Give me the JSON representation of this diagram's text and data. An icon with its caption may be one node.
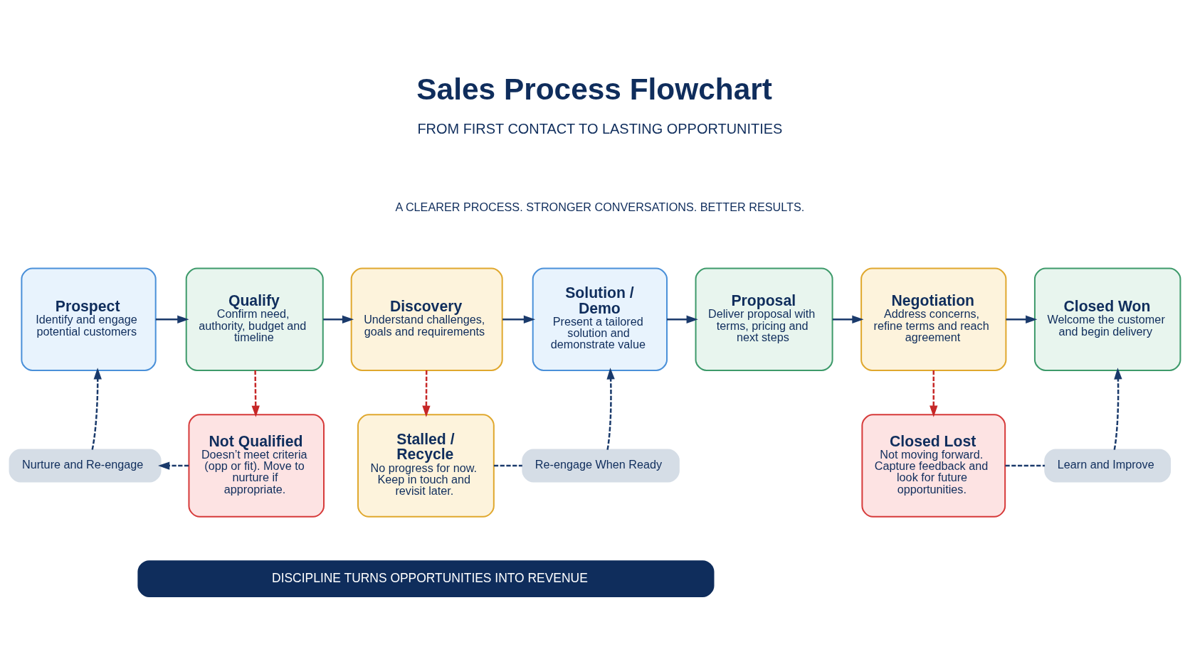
{
  "diagram": {
    "title": "Sales Process Flowchart",
    "nodes": [
      {
        "text": [
          "Prospect",
          "Identify and engage potential customers"
        ]
      },
      {
        "text": [
          "Qualify",
          "Confirm need, authority, budget and timeline"
        ]
      },
      {
        "text": [
          "Discovery",
          "Understand challenges, goals and requirements"
        ]
      },
      {
        "text": [
          "Solution / Demo",
          "Present a tailored solution and demonstrate value"
        ]
      },
      {
        "text": [
          "Proposal",
          "Deliver proposal with terms, pricing and next steps"
        ]
      },
      {
        "text": [
          "Negotiation",
          "Address concerns, refine terms and reach agreement"
        ]
      },
      {
        "text": [
          "Closed Won",
          "Welcome the customer and begin delivery"
        ]
      },
      {
        "text": [
          "Not Qualified",
          "Doesn’t meet criteria (opp or fit). Move to nurture if appropriate."
        ]
      },
      {
        "text": [
          "Stalled / Recycle",
          "No progress for now. Keep in touch and revisit later."
        ]
      },
      {
        "text": [
          "Closed Lost",
          "Not moving forward. Capture feedback and look for future opportunities."
        ]
      },
      {
        "text": [
          "Nurture and Re-engage"
        ]
      },
      {
        "text": [
          "Re-engage When Ready"
        ]
      },
      {
        "text": [
          "Learn and Improve"
        ]
      },
      {
        "text": [
          "DISCIPLINE TURNS OPPORTUNITIES INTO REVENUE"
        ]
      }
    ],
    "edges": [
      {
        "from": 0,
        "to": 1,
        "arrow": "to"
      },
      {
        "from": 1,
        "to": 2,
        "arrow": "to"
      },
      {
        "from": 2,
        "to": 3,
        "arrow": "to"
      },
      {
        "from": 3,
        "to": 4,
        "arrow": "to"
      },
      {
        "from": 4,
        "to": 5,
        "arrow": "to"
      },
      {
        "from": 5,
        "to": 6,
        "arrow": "to"
      },
      {
        "from": 1,
        "to": 7,
        "arrow": "to",
        "style": "dashed",
        "color": "#c62828"
      },
      {
        "from": 2,
        "to": 8,
        "arrow": "to",
        "style": "dashed",
        "color": "#c62828"
      },
      {
        "from": 5,
        "to": 9,
        "arrow": "to",
        "style": "dashed",
        "color": "#c62828"
      },
      {
        "from": 7,
        "to": 10,
        "arrow": "to",
        "style": "dashed"
      },
      {
        "from": 10,
        "to": 0,
        "arrow": "to",
        "style": "dashed"
      },
      {
        "from": 8,
        "to": 11,
        "arrow": "none",
        "style": "dashed"
      },
      {
        "from": 11,
        "to": 3,
        "arrow": "to",
        "style": "dashed"
      },
      {
        "from": 9,
        "to": 12,
        "arrow": "none",
        "style": "dashed"
      },
      {
        "from": 12,
        "to": 6,
        "arrow": "to",
        "style": "dashed"
      }
    ],
    "labels": [
      "FROM FIRST CONTACT TO LASTING OPPORTUNITIES",
      "A CLEARER PROCESS. STRONGER CONVERSATIONS. BETTER RESULTS."
    ]
  }
}
